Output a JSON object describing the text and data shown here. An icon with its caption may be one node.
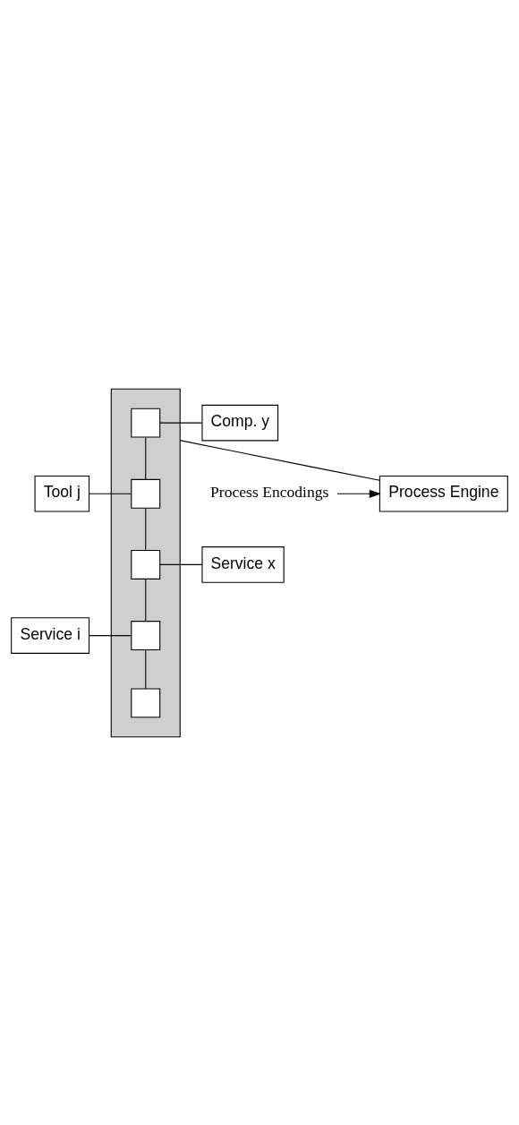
{
  "diagram": {
    "nodes": [
      {
        "text": [
          "Process Engine"
        ]
      },
      {
        "text": [],
        "shape": "box"
      },
      {
        "text": [],
        "shape": "box",
        "in": 1
      },
      {
        "text": [],
        "shape": "box",
        "in": 1
      },
      {
        "text": [],
        "shape": "box",
        "in": 1
      },
      {
        "text": [],
        "shape": "box",
        "in": 1
      },
      {
        "text": [],
        "shape": "box",
        "in": 1
      },
      {
        "text": [
          "Service i"
        ]
      },
      {
        "text": [
          "Tool j"
        ]
      },
      {
        "text": [
          "Service x"
        ]
      },
      {
        "text": [
          "Comp. y"
        ]
      },
      {
        "text": [
          "Process Encodings"
        ]
      }
    ],
    "edges": [
      {
        "from": 0,
        "to": 1,
        "arrow": "none"
      },
      {
        "from": 6,
        "to": 5,
        "arrow": "none"
      },
      {
        "from": 5,
        "to": 4,
        "arrow": "none"
      },
      {
        "from": 4,
        "to": 3,
        "arrow": "none"
      },
      {
        "from": 3,
        "to": 2,
        "arrow": "none"
      },
      {
        "from": 7,
        "to": 5,
        "arrow": "none"
      },
      {
        "from": 8,
        "to": 3,
        "arrow": "none"
      },
      {
        "from": 4,
        "to": 9,
        "arrow": "none"
      },
      {
        "from": 2,
        "to": 10,
        "arrow": "none"
      },
      {
        "from": 11,
        "to": 0,
        "arrow": "to"
      }
    ]
  }
}
